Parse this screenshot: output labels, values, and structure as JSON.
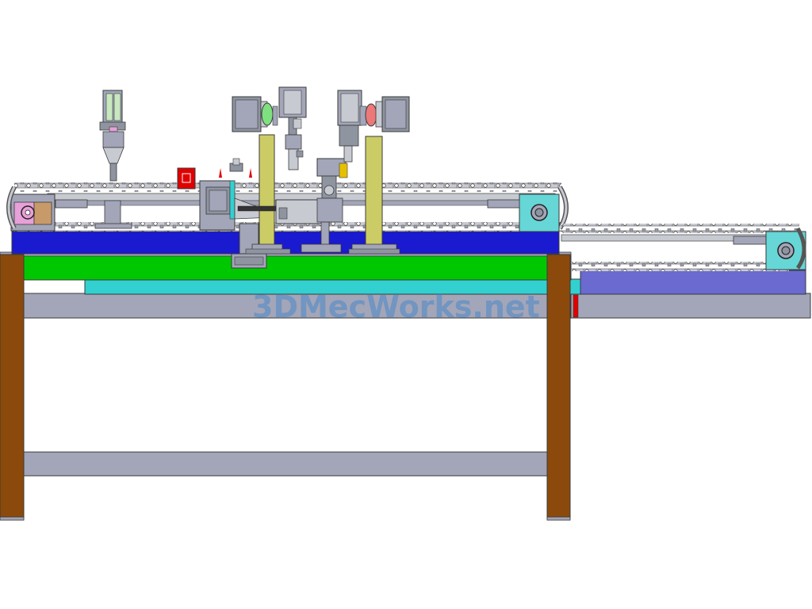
{
  "watermark": {
    "text": "3DMecWorks.net",
    "color": "#4a86c8"
  },
  "colors": {
    "outline": "#3a3a3a",
    "frame_gray": "#a3a6b8",
    "leg_brown": "#8b4a0b",
    "table_green": "#00c800",
    "table_cyan": "#33d0d0",
    "base_blue": "#1a1ad0",
    "ext_violet": "#6a6ad0",
    "motor_gray": "#8e94a0",
    "column_yellow": "#cccc66",
    "gear_green": "#7ee07e",
    "gear_red": "#ec7878",
    "sprocket_cyan": "#66d6d6",
    "marker_red": "#e00000",
    "pink": "#e8a0d8",
    "tan": "#c89a6a"
  },
  "parts": {
    "chain_conveyor_main": "chain-conveyor-main",
    "chain_conveyor_extension": "chain-conveyor-extension",
    "servo_motor_left": "servo-motor-left",
    "servo_motor_right": "servo-motor-right",
    "cylinder_left": "cylinder-left",
    "gripper_center": "gripper-center",
    "support_columns": "support-columns",
    "machine_table": "machine-table",
    "table_legs": "table-legs",
    "drive_sprockets": "drive-sprockets"
  }
}
